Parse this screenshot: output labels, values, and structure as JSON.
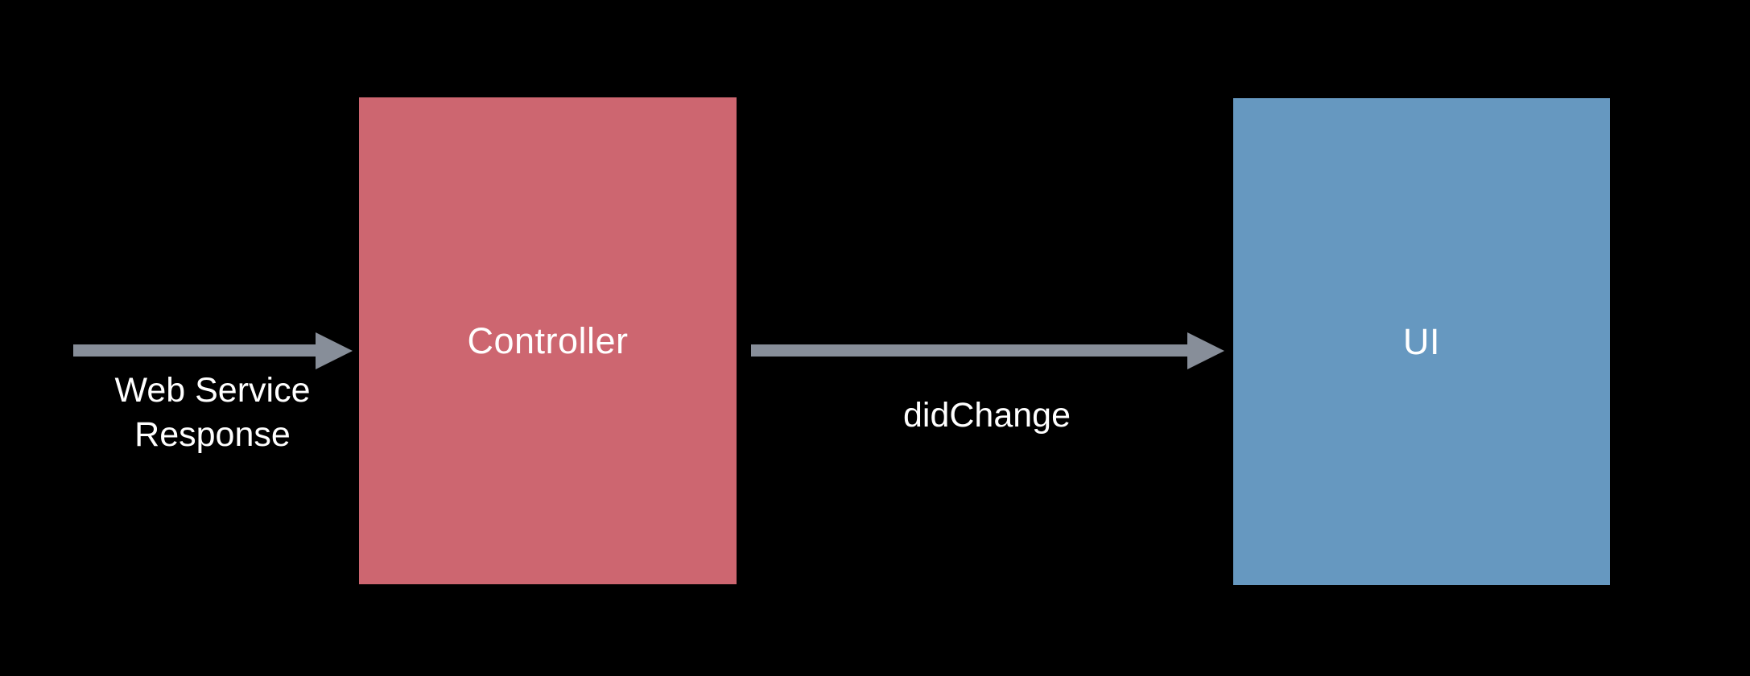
{
  "colors": {
    "background": "#000000",
    "controller_box": "#cd6670",
    "ui_box": "#6698c0",
    "arrow": "#878e99",
    "label_text": "#ffffff"
  },
  "diagram": {
    "nodes": {
      "controller": {
        "label": "Controller"
      },
      "ui": {
        "label": "UI"
      }
    },
    "arrows": {
      "web_service_response": {
        "label": "Web Service Response",
        "lines": [
          "Web Service",
          "Response"
        ]
      },
      "did_change": {
        "label": "didChange"
      }
    }
  }
}
